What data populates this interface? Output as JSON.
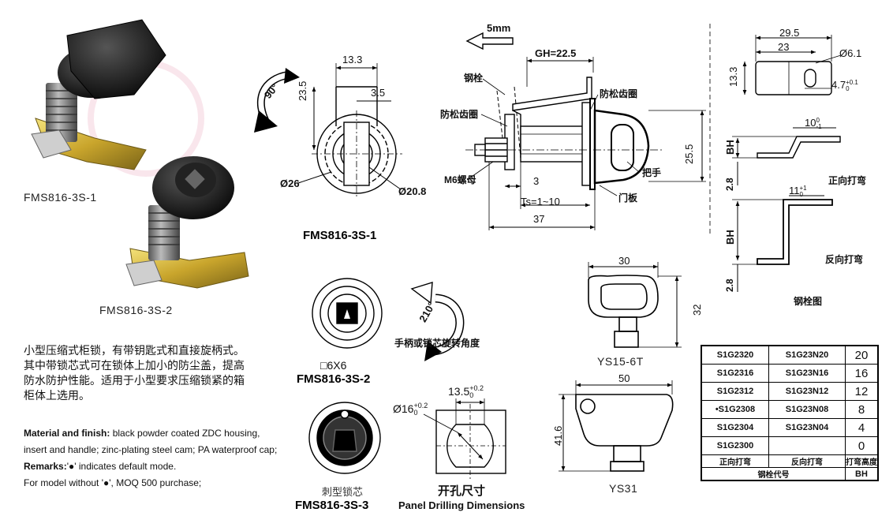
{
  "products": {
    "label_1": "FMS816-3S-1",
    "label_2": "FMS816-3S-2"
  },
  "description": {
    "chinese": "小型压缩式柜锁，有带钥匙式和直接旋柄式。其中带锁芯式可在锁体上加小的防尘盖，提高防水防护性能。适用于小型要求压缩锁紧的箱柜体上选用。",
    "material_label": "Material and finish:",
    "material_text": " black powder coated ZDC housing, insert and handle; zinc-plating steel cam; PA waterproof cap;",
    "remarks_label": "Remarks:",
    "remarks_text": "'●' indicates default mode.",
    "moq_text": "For model without '●', MOQ 500 purchase;"
  },
  "front_view": {
    "rotation": "90°",
    "dim_width": "13.3",
    "dim_slot": "3.5",
    "dim_height": "23.5",
    "dim_outer": "Ø26",
    "dim_inner": "Ø20.8",
    "title": "FMS816-3S-1"
  },
  "side_view": {
    "scale_note": "5mm",
    "dim_gh": "GH=22.5",
    "label_bolt": "钢栓",
    "label_washer_left": "防松齿圈",
    "label_washer_right": "防松齿圈",
    "label_nut": "M6螺母",
    "dim_3": "3",
    "dim_ts": "Ts=1~10",
    "dim_37": "37",
    "dim_25_5": "25.5",
    "label_handle": "把手",
    "label_panel": "门板"
  },
  "cam_views": {
    "dim_29_5": "29.5",
    "dim_23": "23",
    "dim_hole": "Ø6.1",
    "dim_13_3": "13.3",
    "dim_4_7": "4.7",
    "tol_4_7_up": "+0.1",
    "tol_4_7_low": "0",
    "dim_10": "10",
    "tol_10": "-1",
    "tol_10_low": "0",
    "label_bh": "BH",
    "dim_2_8": "2.8",
    "label_forward": "正向打弯",
    "dim_11": "11",
    "tol_11_up": "+1",
    "tol_11_low": "0",
    "label_reverse": "反向打弯",
    "title": "钢栓图"
  },
  "view_2": {
    "rotation": "210°",
    "rotation_caption": "手柄或锁芯旋转角度",
    "square": "□6X6",
    "title": "FMS816-3S-2"
  },
  "view_3": {
    "caption": "刺型锁芯",
    "title": "FMS816-3S-3"
  },
  "drilling": {
    "dim_16": "Ø16",
    "tol_16_up": "+0.2",
    "tol_16_low": "0",
    "dim_13_5": "13.5",
    "tol_13_5_up": "+0.2",
    "tol_13_5_low": "0",
    "title_cn": "开孔尺寸",
    "title_en": "Panel Drilling Dimensions"
  },
  "key_ys15": {
    "dim_30": "30",
    "dim_32": "32",
    "label": "YS15-6T"
  },
  "key_ys31": {
    "dim_50": "50",
    "dim_41_6": "41.6",
    "label": "YS31"
  },
  "bh_table": {
    "rows": [
      {
        "forward": "S1G2320",
        "reverse": "S1G23N20",
        "bh": "20"
      },
      {
        "forward": "S1G2316",
        "reverse": "S1G23N16",
        "bh": "16"
      },
      {
        "forward": "S1G2312",
        "reverse": "S1G23N12",
        "bh": "12"
      },
      {
        "forward": "•S1G2308",
        "reverse": "S1G23N08",
        "bh": "8"
      },
      {
        "forward": "S1G2304",
        "reverse": "S1G23N04",
        "bh": "4"
      },
      {
        "forward": "S1G2300",
        "reverse": "",
        "bh": "0"
      }
    ],
    "head_forward": "正向打弯",
    "head_reverse": "反向打弯",
    "head_bh": "打弯高度",
    "foot_code": "钢栓代号",
    "foot_bh": "BH"
  }
}
